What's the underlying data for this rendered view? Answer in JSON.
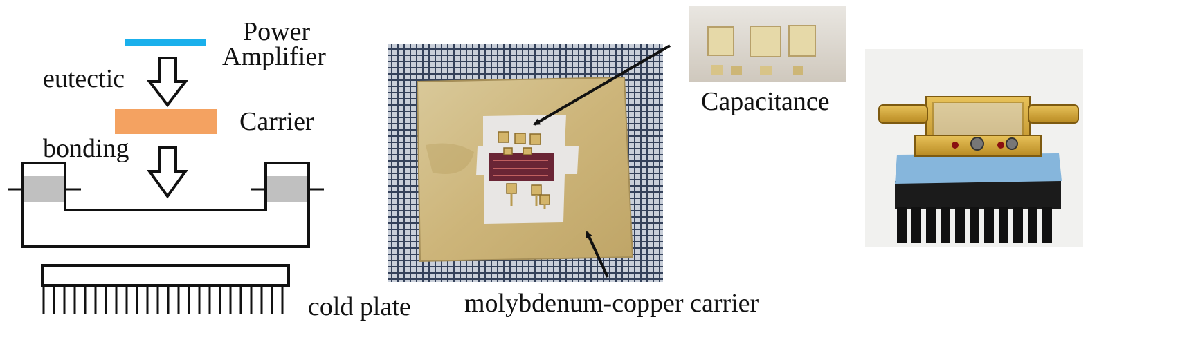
{
  "diagram": {
    "labels": {
      "power_amplifier_line1": "Power",
      "power_amplifier_line2": "Amplifier",
      "eutectic": "eutectic",
      "carrier": "Carrier",
      "bonding": "bonding",
      "cold_plate": "cold plate"
    },
    "colors": {
      "power_amplifier": "#1ab0ec",
      "carrier": "#f4a261",
      "seal": "#c0c0c0",
      "stroke": "#111111"
    }
  },
  "photos": {
    "capacitance_label": "Capacitance",
    "carrier_label": "molybdenum-copper carrier"
  }
}
